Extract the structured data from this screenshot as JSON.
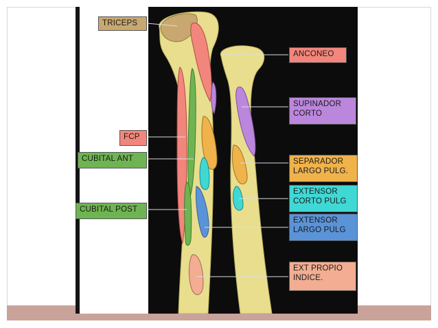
{
  "colors": {
    "background": "#ffffff",
    "bottom_band": "#c9a39a",
    "photo_black": "#0c0c0c",
    "bone": "#e8de8e",
    "triceps": "#c9a870",
    "anconeo": "#f3867c",
    "supinador_corto": "#bb87dd",
    "fcp": "#f3867c",
    "cubital_ant": "#6fb452",
    "separador": "#f0b24b",
    "extensor_corto": "#40d8d4",
    "cubital_post": "#6fb452",
    "extensor_largo": "#5b93d8",
    "ext_propio": "#f2ad92"
  },
  "labels": {
    "triceps": "TRICEPS",
    "anconeo": "ANCONEO",
    "supinador_corto": "SUPINADOR\nCORTO",
    "fcp": "FCP",
    "cubital_ant": "CUBITAL ANT",
    "separador": "SEPARADOR\nLARGO PULG.",
    "extensor_corto": "EXTENSOR\nCORTO PULG",
    "cubital_post": "CUBITAL POST",
    "extensor_largo": "EXTENSOR\nLARGO PULG",
    "ext_propio": "EXT PROPIO\nINDICE."
  }
}
